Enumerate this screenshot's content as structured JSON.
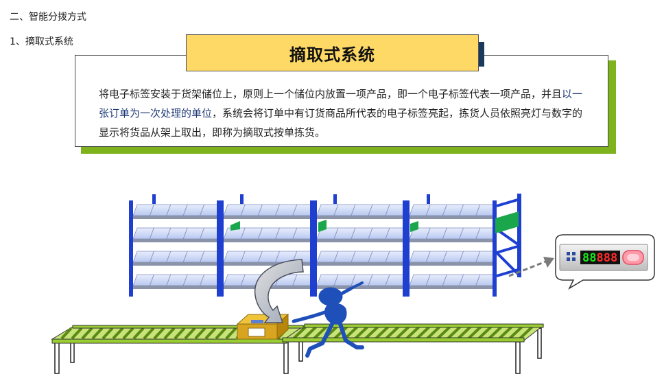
{
  "headings": {
    "section": "二、智能分拨方式",
    "subsection": "1、摘取式系统"
  },
  "card": {
    "title": "摘取式系统",
    "text_part1": "将电子标签安装于货架储位上，原则上一个储位内放置一项产品，即一个电子标签代表一项产品，并且",
    "text_highlight": "以一张订单为一次处理的单位",
    "text_part2": "，系统会将订单中有订货商品所代表的电子标签亮起，拣货人员依照亮灯与数字的显示将货品从架上取出，即称为摘取式按单拣货。"
  },
  "display": {
    "digits": "88888"
  },
  "colors": {
    "rack_blue": "#1f3fd1",
    "conveyor_green": "#9acd32",
    "card_shadow": "#7fb31e",
    "title_fill": "#ffd966",
    "digit_green": "#19e619",
    "digit_red": "#ff2a2a"
  }
}
